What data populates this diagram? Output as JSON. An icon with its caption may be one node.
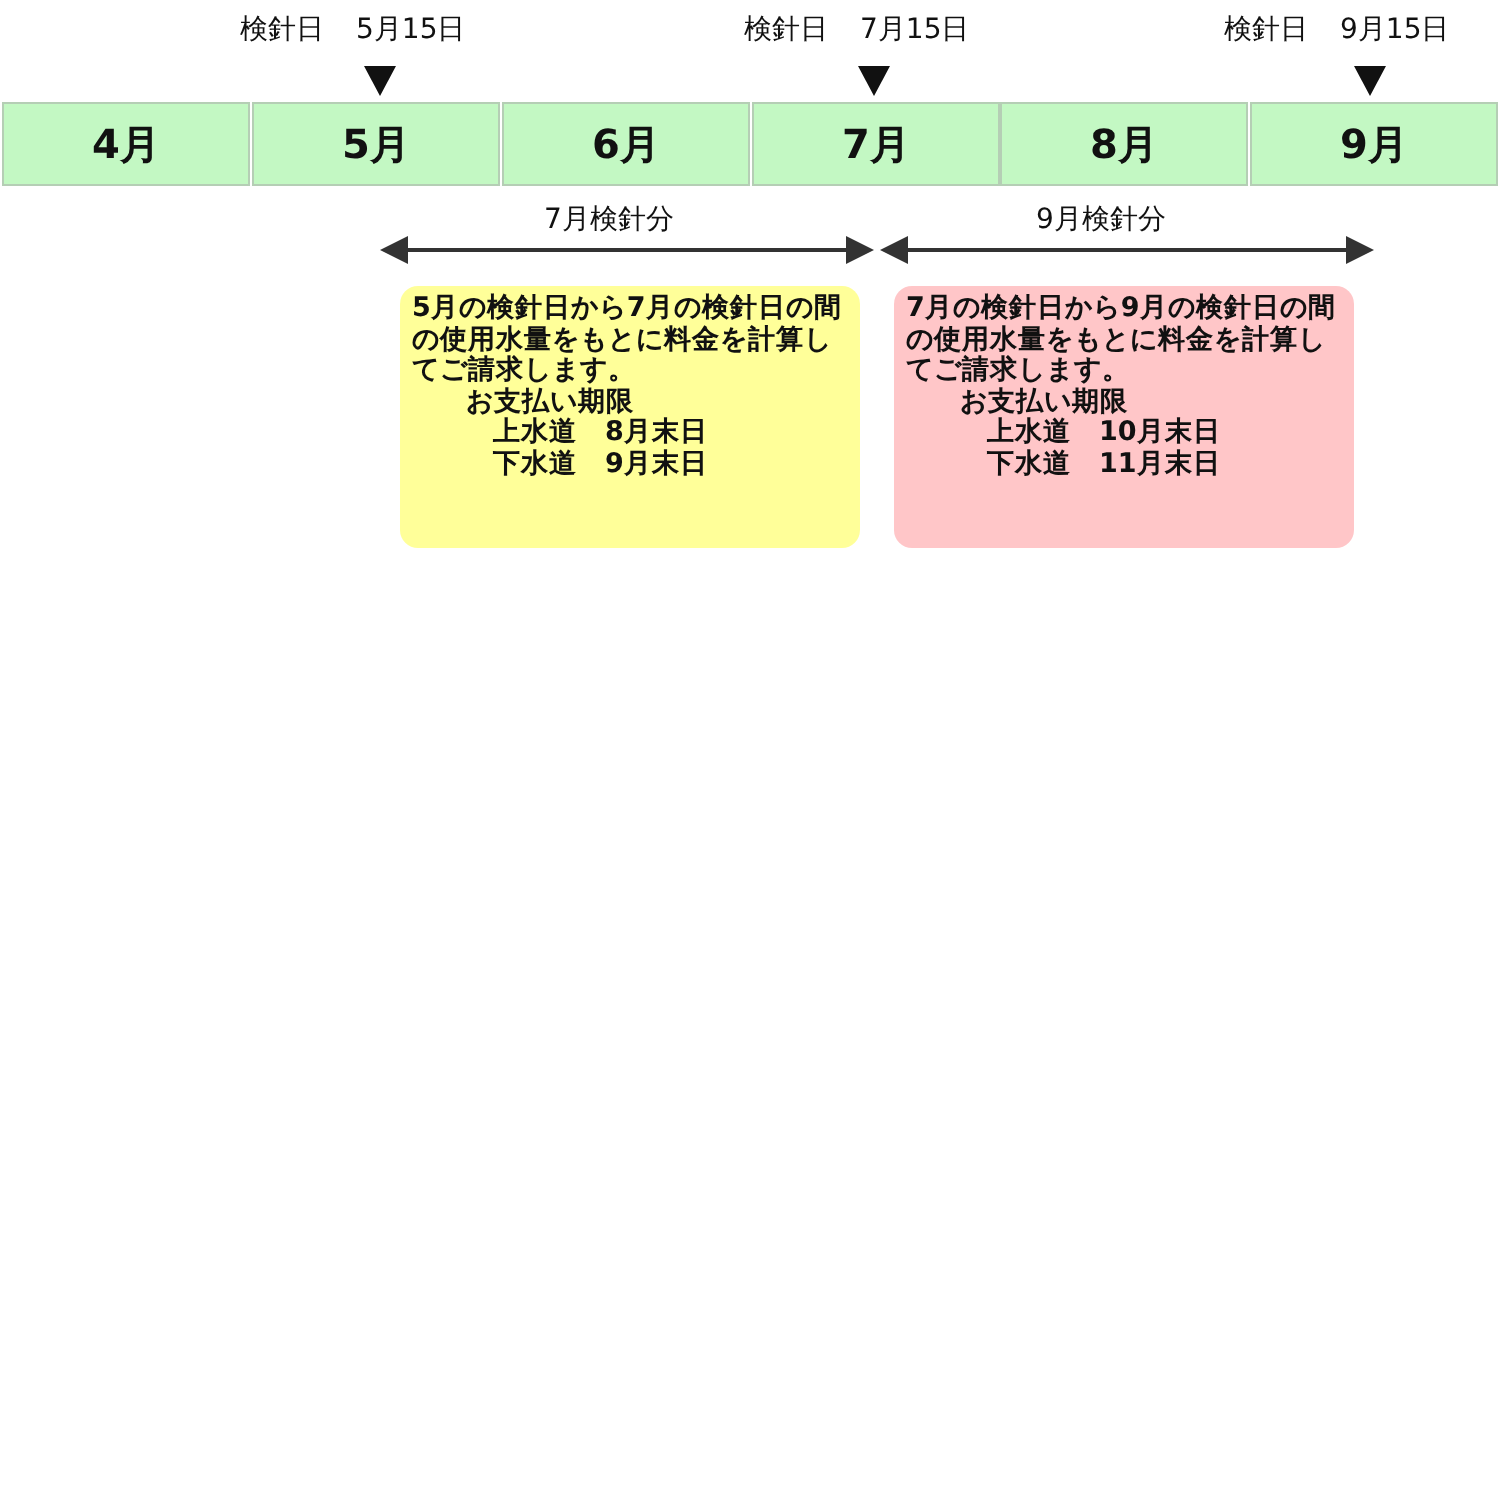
{
  "diagram": {
    "nodes": [
      {
        "text": [
          "4月"
        ]
      },
      {
        "text": [
          "5月"
        ]
      },
      {
        "text": [
          "6月"
        ]
      },
      {
        "text": [
          "7月"
        ]
      },
      {
        "text": [
          "8月"
        ]
      },
      {
        "text": [
          "9月"
        ]
      },
      {
        "text": [
          "5月の検針日から7月の検針日の間の使用水量をもとに料金を計算してご請求します。",
          "お支払い期限",
          "上水道　8月末日",
          "下水道　9月末日"
        ]
      },
      {
        "text": [
          "7月の検針日から9月の検針日の間の使用水量をもとに料金を計算してご請求します。",
          "お支払い期限",
          "上水道　10月末日",
          "下水道　11月末日"
        ]
      }
    ],
    "edges": [],
    "labels": [
      "検針日",
      "5月15日",
      "検針日",
      "7月15日",
      "検針日",
      "9月15日",
      "7月検針分",
      "9月検針分"
    ]
  }
}
